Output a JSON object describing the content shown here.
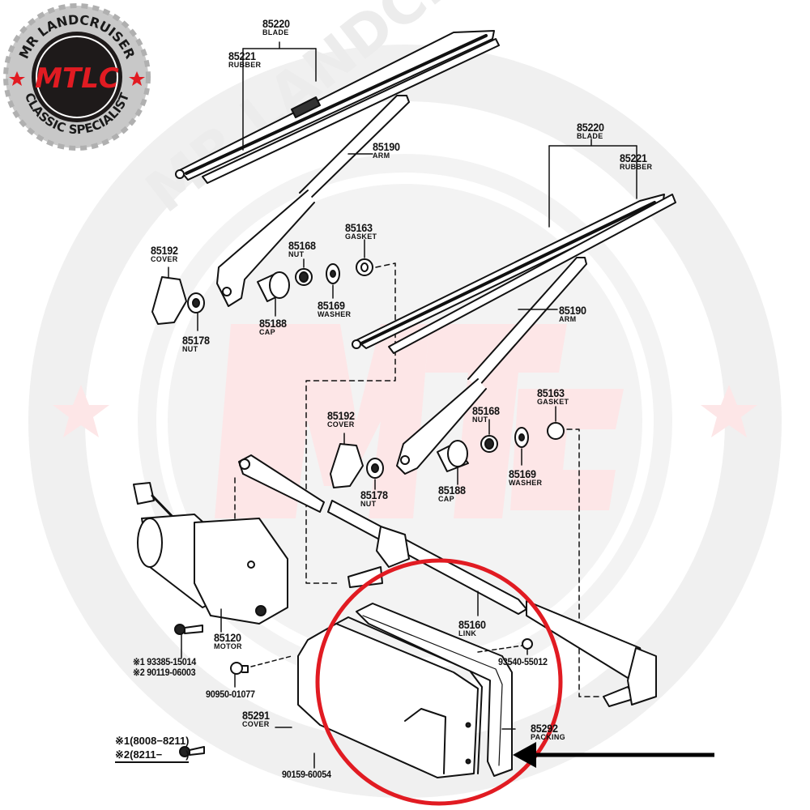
{
  "logo": {
    "top_text": "MR LANDCRUISER",
    "bottom_text": "CLASSIC SPECIALIST",
    "monogram": "MTLC",
    "colors": {
      "ring": "#c8c8c8",
      "disc": "#1e1a1a",
      "accent": "#e11b22"
    }
  },
  "watermark": {
    "top_text": "MR LANDCRUISER",
    "bottom_text": "CLASSIC SPECIALIST",
    "monogram": "MTLC"
  },
  "diagram": {
    "title": "Windshield wiper assembly parts diagram",
    "parts": [
      {
        "id": "blade_a",
        "number": "85220",
        "name": "BLADE"
      },
      {
        "id": "rubber_a",
        "number": "85221",
        "name": "RUBBER"
      },
      {
        "id": "arm_a",
        "number": "85190",
        "name": "ARM"
      },
      {
        "id": "cover_a",
        "number": "85192",
        "name": "COVER"
      },
      {
        "id": "nut178_a",
        "number": "85178",
        "name": "NUT"
      },
      {
        "id": "cap_a",
        "number": "85188",
        "name": "CAP"
      },
      {
        "id": "nut168_a",
        "number": "85168",
        "name": "NUT"
      },
      {
        "id": "washer_a",
        "number": "85169",
        "name": "WASHER"
      },
      {
        "id": "gasket_a",
        "number": "85163",
        "name": "GASKET"
      },
      {
        "id": "blade_b",
        "number": "85220",
        "name": "BLADE"
      },
      {
        "id": "rubber_b",
        "number": "85221",
        "name": "RUBBER"
      },
      {
        "id": "arm_b",
        "number": "85190",
        "name": "ARM"
      },
      {
        "id": "cover_b",
        "number": "85192",
        "name": "COVER"
      },
      {
        "id": "nut178_b",
        "number": "85178",
        "name": "NUT"
      },
      {
        "id": "cap_b",
        "number": "85188",
        "name": "CAP"
      },
      {
        "id": "nut168_b",
        "number": "85168",
        "name": "NUT"
      },
      {
        "id": "washer_b",
        "number": "85169",
        "name": "WASHER"
      },
      {
        "id": "gasket_b",
        "number": "85163",
        "name": "GASKET"
      },
      {
        "id": "motor",
        "number": "85120",
        "name": "MOTOR"
      },
      {
        "id": "link",
        "number": "85160",
        "name": "LINK"
      },
      {
        "id": "cover_motor",
        "number": "85291",
        "name": "COVER"
      },
      {
        "id": "packing",
        "number": "85292",
        "name": "PACKING"
      }
    ],
    "fasteners": [
      {
        "id": "bolt_1",
        "prefix": "※1",
        "number": "93385-15014"
      },
      {
        "id": "bolt_2",
        "prefix": "※2",
        "number": "90119-06003"
      },
      {
        "id": "grommet",
        "number": "90950-01077"
      },
      {
        "id": "screw_link",
        "number": "93540-55012"
      },
      {
        "id": "screw_cover",
        "number": "90159-60054"
      }
    ],
    "legend": [
      {
        "mark": "※1",
        "range": "(8008−8211)"
      },
      {
        "mark": "※2",
        "range": "(8211−        )"
      }
    ],
    "highlight": {
      "target": "85292 PACKING",
      "circle_color": "#e11b22",
      "arrow_color": "#000000"
    }
  }
}
